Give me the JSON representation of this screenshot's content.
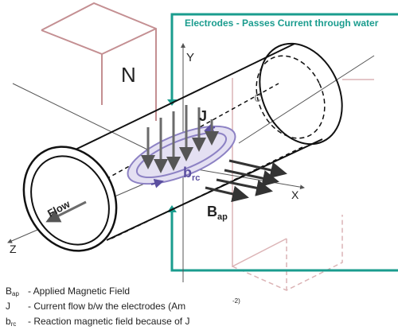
{
  "diagram": {
    "electrodes_caption": "Electrodes - Passes Current through water",
    "magnet_label": "N",
    "axis_y": "Y",
    "axis_x": "X",
    "axis_z": "Z",
    "current_label": "J",
    "flow_label": "Flow",
    "brc_main": "b",
    "brc_sub": "rc",
    "bap_main": "B",
    "bap_sub": "ap",
    "inner_c": "c"
  },
  "legend": [
    {
      "sym": "B",
      "sub": "ap",
      "text": "- Applied Magnetic Field"
    },
    {
      "sym": "J",
      "sub": "",
      "text": "- Current flow b/w the electrodes (Am",
      "sup": "-2)"
    },
    {
      "sym": "b",
      "sub": "rc",
      "text": "- Reaction magnetic field because of J"
    }
  ],
  "colors": {
    "electrode": "#1a9c8e",
    "magnet": "#c48f92",
    "arrows": "#6b6b6b",
    "brc": "#5b4fa0",
    "ellipse_fill": "#e4e0f2"
  }
}
